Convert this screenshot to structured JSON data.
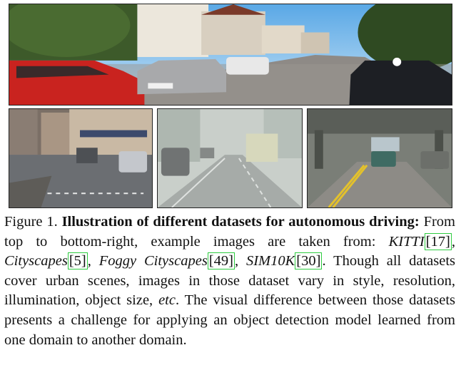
{
  "figure": {
    "images": [
      {
        "dataset": "KITTI",
        "scene": "residential street with parked cars, sunny"
      },
      {
        "dataset": "Cityscapes",
        "scene": "city intersection with buildings and cars"
      },
      {
        "dataset": "Foggy Cityscapes",
        "scene": "foggy street with bus and cars"
      },
      {
        "dataset": "SIM10K",
        "scene": "synthetic game road under overpass"
      }
    ],
    "colors": {
      "ref_box": "#2ecc40",
      "text": "#111111"
    }
  },
  "caption": {
    "label": "Figure 1.",
    "title": "Illustration of different datasets for autonomous driving:",
    "t1": "From top to bottom-right, example images are taken from:",
    "kitti": "KITTI",
    "kitti_ref": "[17]",
    "city": "Cityscapes",
    "city_ref": "[5]",
    "foggy": "Foggy Cityscapes",
    "foggy_ref": "[49]",
    "sim": "SIM10K",
    "sim_ref": "[30]",
    "t2": "Though all datasets cover urban scenes, images in those dataset vary in style, resolution, illumination, object size,",
    "etc": "etc",
    "t3": "The visual difference between those datasets presents a challenge for applying an object detection model learned from one domain to another domain."
  }
}
